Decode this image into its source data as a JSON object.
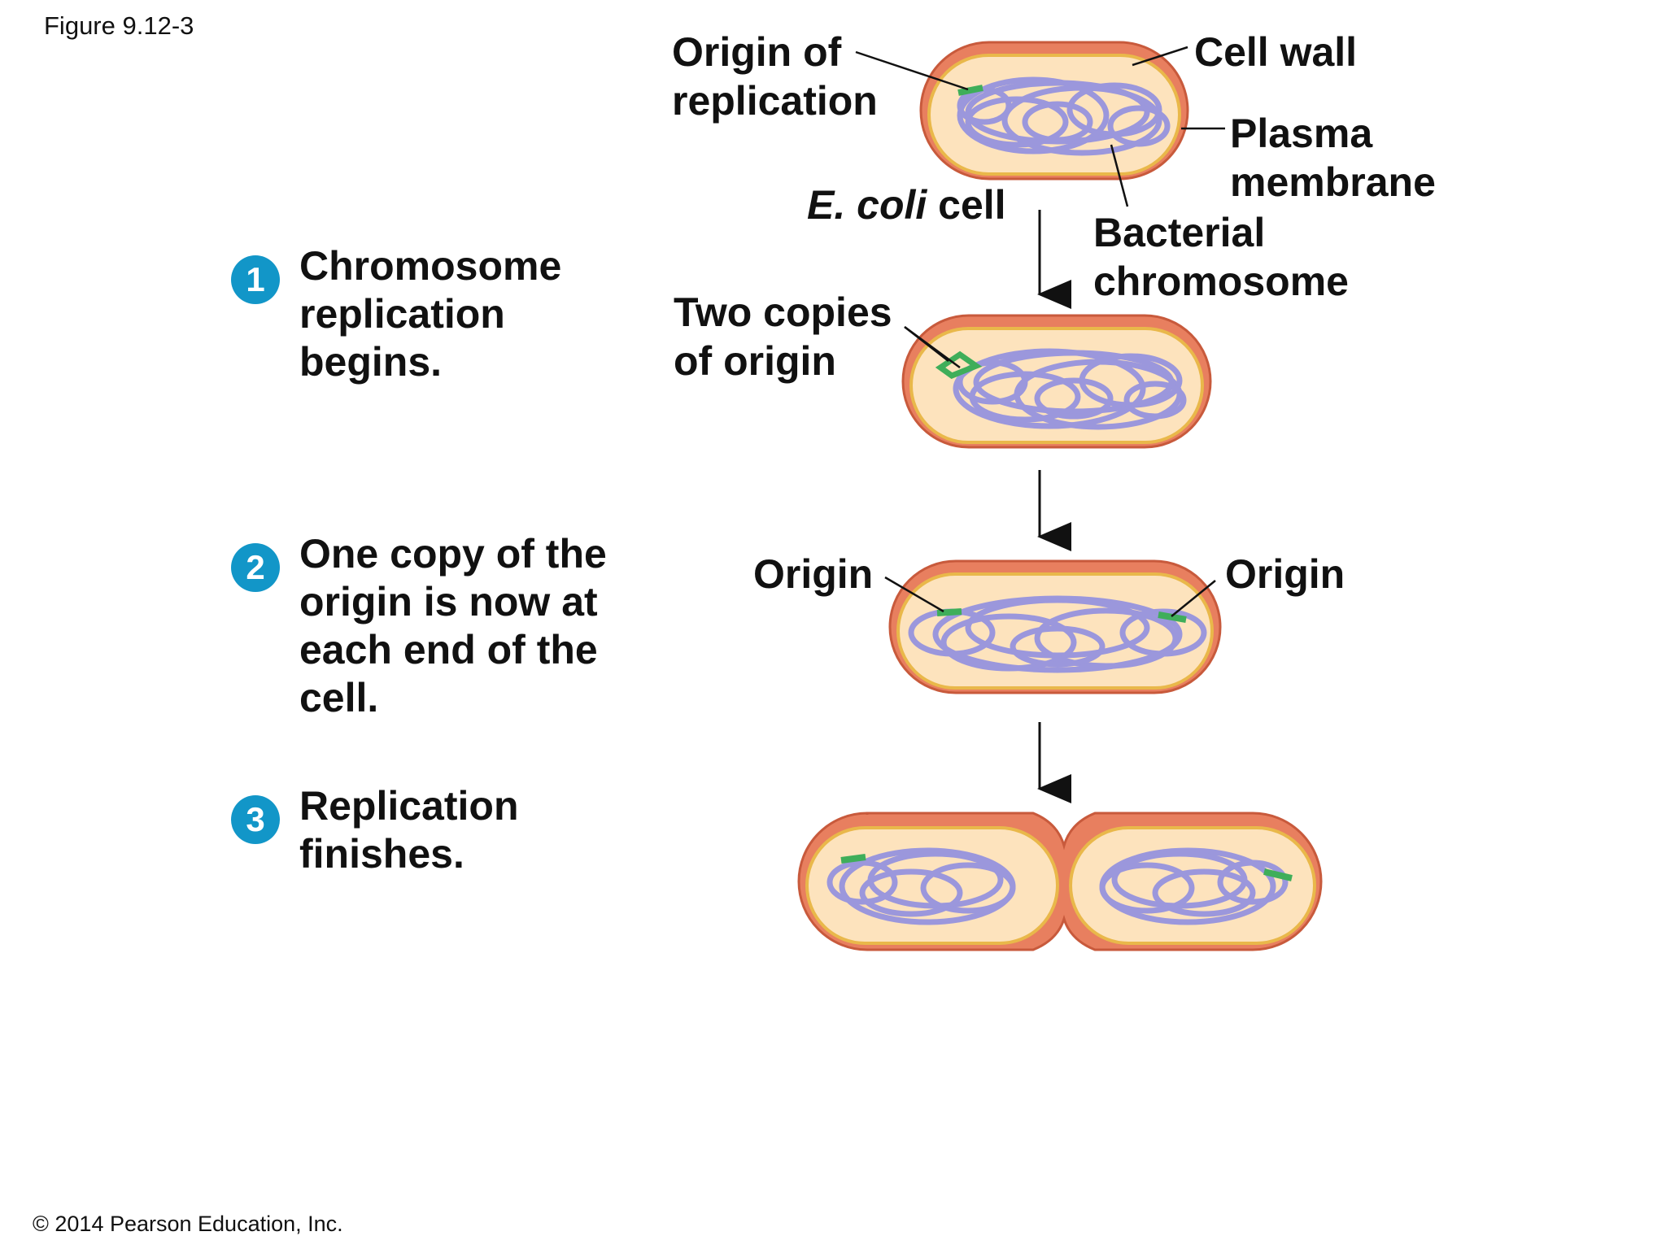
{
  "figure_id": "Figure 9.12-3",
  "copyright": "© 2014 Pearson Education, Inc.",
  "steps": [
    {
      "number": "1",
      "text": "Chromosome\nreplication\nbegins."
    },
    {
      "number": "2",
      "text": "One copy of the\norigin is now at\neach end of the\ncell."
    },
    {
      "number": "3",
      "text": "Replication\nfinishes."
    }
  ],
  "labels": {
    "origin_of_replication": "Origin of\nreplication",
    "cell_wall": "Cell wall",
    "plasma_membrane": "Plasma\nmembrane",
    "ecoli_italic": "E. coli",
    "ecoli_rest": " cell",
    "bacterial_chromosome": "Bacterial\nchromosome",
    "two_copies_of_origin": "Two copies\nof origin",
    "origin_left": "Origin",
    "origin_right": "Origin"
  },
  "colors": {
    "cell_wall": "#e87f5f",
    "cell_wall_edge": "#c85a3c",
    "membrane": "#e9b84a",
    "cytoplasm": "#fde3bd",
    "chromosome": "#9b97dc",
    "chromosome_edge": "#6e69b8",
    "origin": "#3fae5a",
    "step_badge": "#1296c8"
  }
}
